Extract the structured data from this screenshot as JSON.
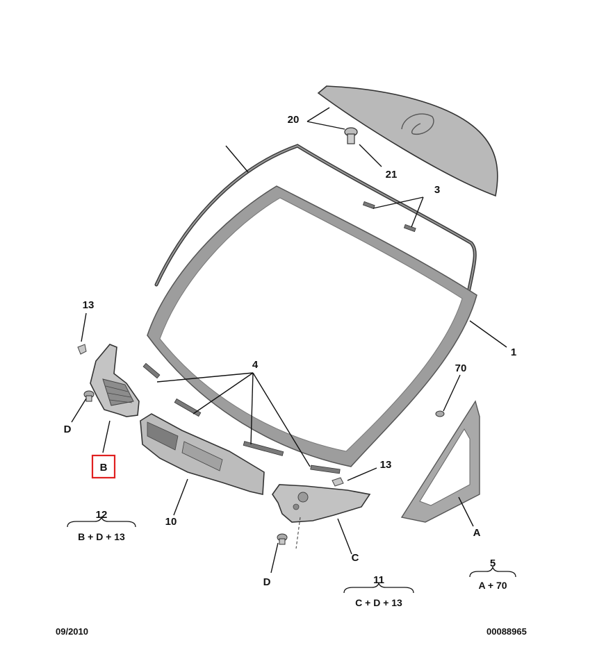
{
  "diagram": {
    "labels": {
      "l20": "20",
      "l21": "21",
      "l3": "3",
      "l1": "1",
      "l13a": "13",
      "l4": "4",
      "l70": "70",
      "lD1": "D",
      "lB": "B",
      "l13b": "13",
      "l10": "10",
      "lC": "C",
      "lA": "A",
      "lD2": "D"
    },
    "kits": {
      "kit12": {
        "num": "12",
        "formula": "B + D + 13"
      },
      "kit11": {
        "num": "11",
        "formula": "C + D + 13"
      },
      "kit5": {
        "num": "5",
        "formula": "A + 70"
      }
    },
    "highlighted_label": "B",
    "highlight_color": "#e02020",
    "footer": {
      "date": "09/2010",
      "ref": "00088965"
    }
  }
}
